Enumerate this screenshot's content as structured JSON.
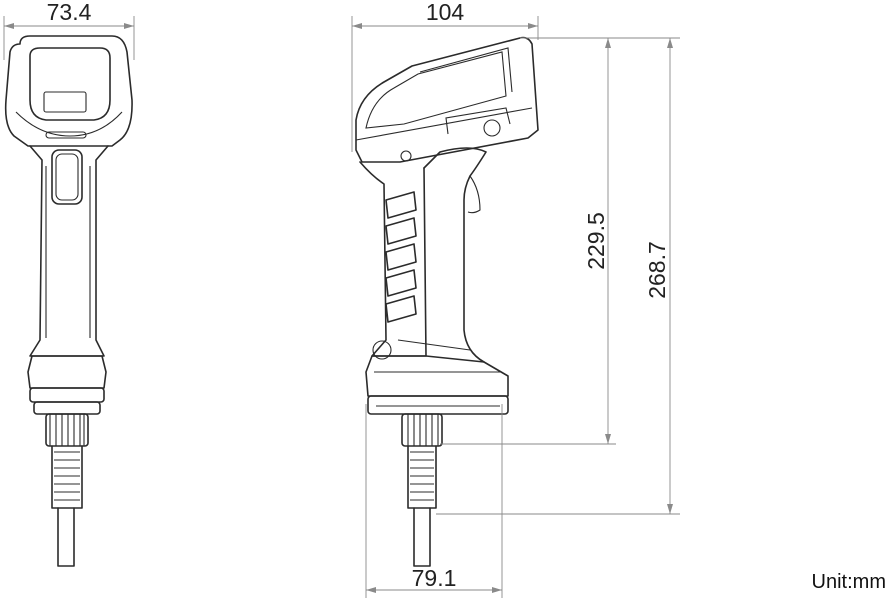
{
  "diagram": {
    "type": "dimension-drawing",
    "subject": "handheld barcode scanner",
    "colors": {
      "line": "#2b2b2b",
      "dimension_line": "#8a8a8a",
      "text": "#222222",
      "background": "#ffffff"
    }
  },
  "dimensions": {
    "front_width": "73.4",
    "side_length": "104",
    "height_body": "229.5",
    "height_total": "268.7",
    "base_width": "79.1"
  },
  "unit_label": "Unit:mm"
}
